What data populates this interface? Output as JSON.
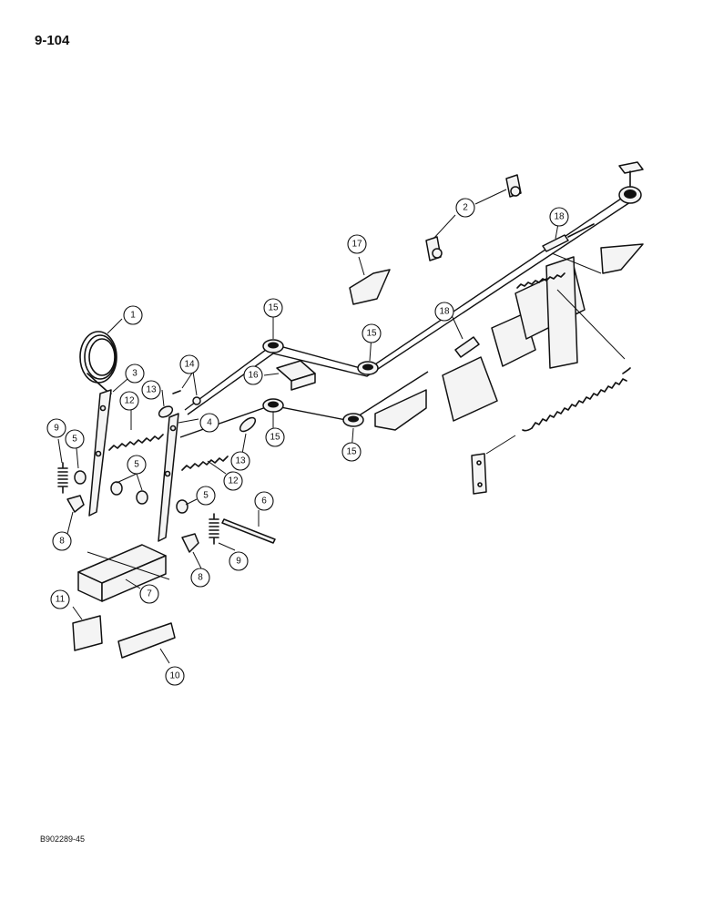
{
  "header": {
    "page_number": "9-104"
  },
  "footer": {
    "figure_code": "B902289-45"
  },
  "callouts": [
    {
      "id": "c1",
      "label": "1"
    },
    {
      "id": "c2",
      "label": "2"
    },
    {
      "id": "c3",
      "label": "3"
    },
    {
      "id": "c4",
      "label": "4"
    },
    {
      "id": "c5a",
      "label": "5"
    },
    {
      "id": "c5b",
      "label": "5"
    },
    {
      "id": "c5c",
      "label": "5"
    },
    {
      "id": "c6",
      "label": "6"
    },
    {
      "id": "c7",
      "label": "7"
    },
    {
      "id": "c8a",
      "label": "8"
    },
    {
      "id": "c8b",
      "label": "8"
    },
    {
      "id": "c9a",
      "label": "9"
    },
    {
      "id": "c9b",
      "label": "9"
    },
    {
      "id": "c10",
      "label": "10"
    },
    {
      "id": "c11",
      "label": "11"
    },
    {
      "id": "c12a",
      "label": "12"
    },
    {
      "id": "c12b",
      "label": "12"
    },
    {
      "id": "c13a",
      "label": "13"
    },
    {
      "id": "c13b",
      "label": "13"
    },
    {
      "id": "c14",
      "label": "14"
    },
    {
      "id": "c15a",
      "label": "15"
    },
    {
      "id": "c15b",
      "label": "15"
    },
    {
      "id": "c15c",
      "label": "15"
    },
    {
      "id": "c15d",
      "label": "15"
    },
    {
      "id": "c16",
      "label": "16"
    },
    {
      "id": "c17",
      "label": "17"
    },
    {
      "id": "c18a",
      "label": "18"
    },
    {
      "id": "c18b",
      "label": "18"
    }
  ]
}
